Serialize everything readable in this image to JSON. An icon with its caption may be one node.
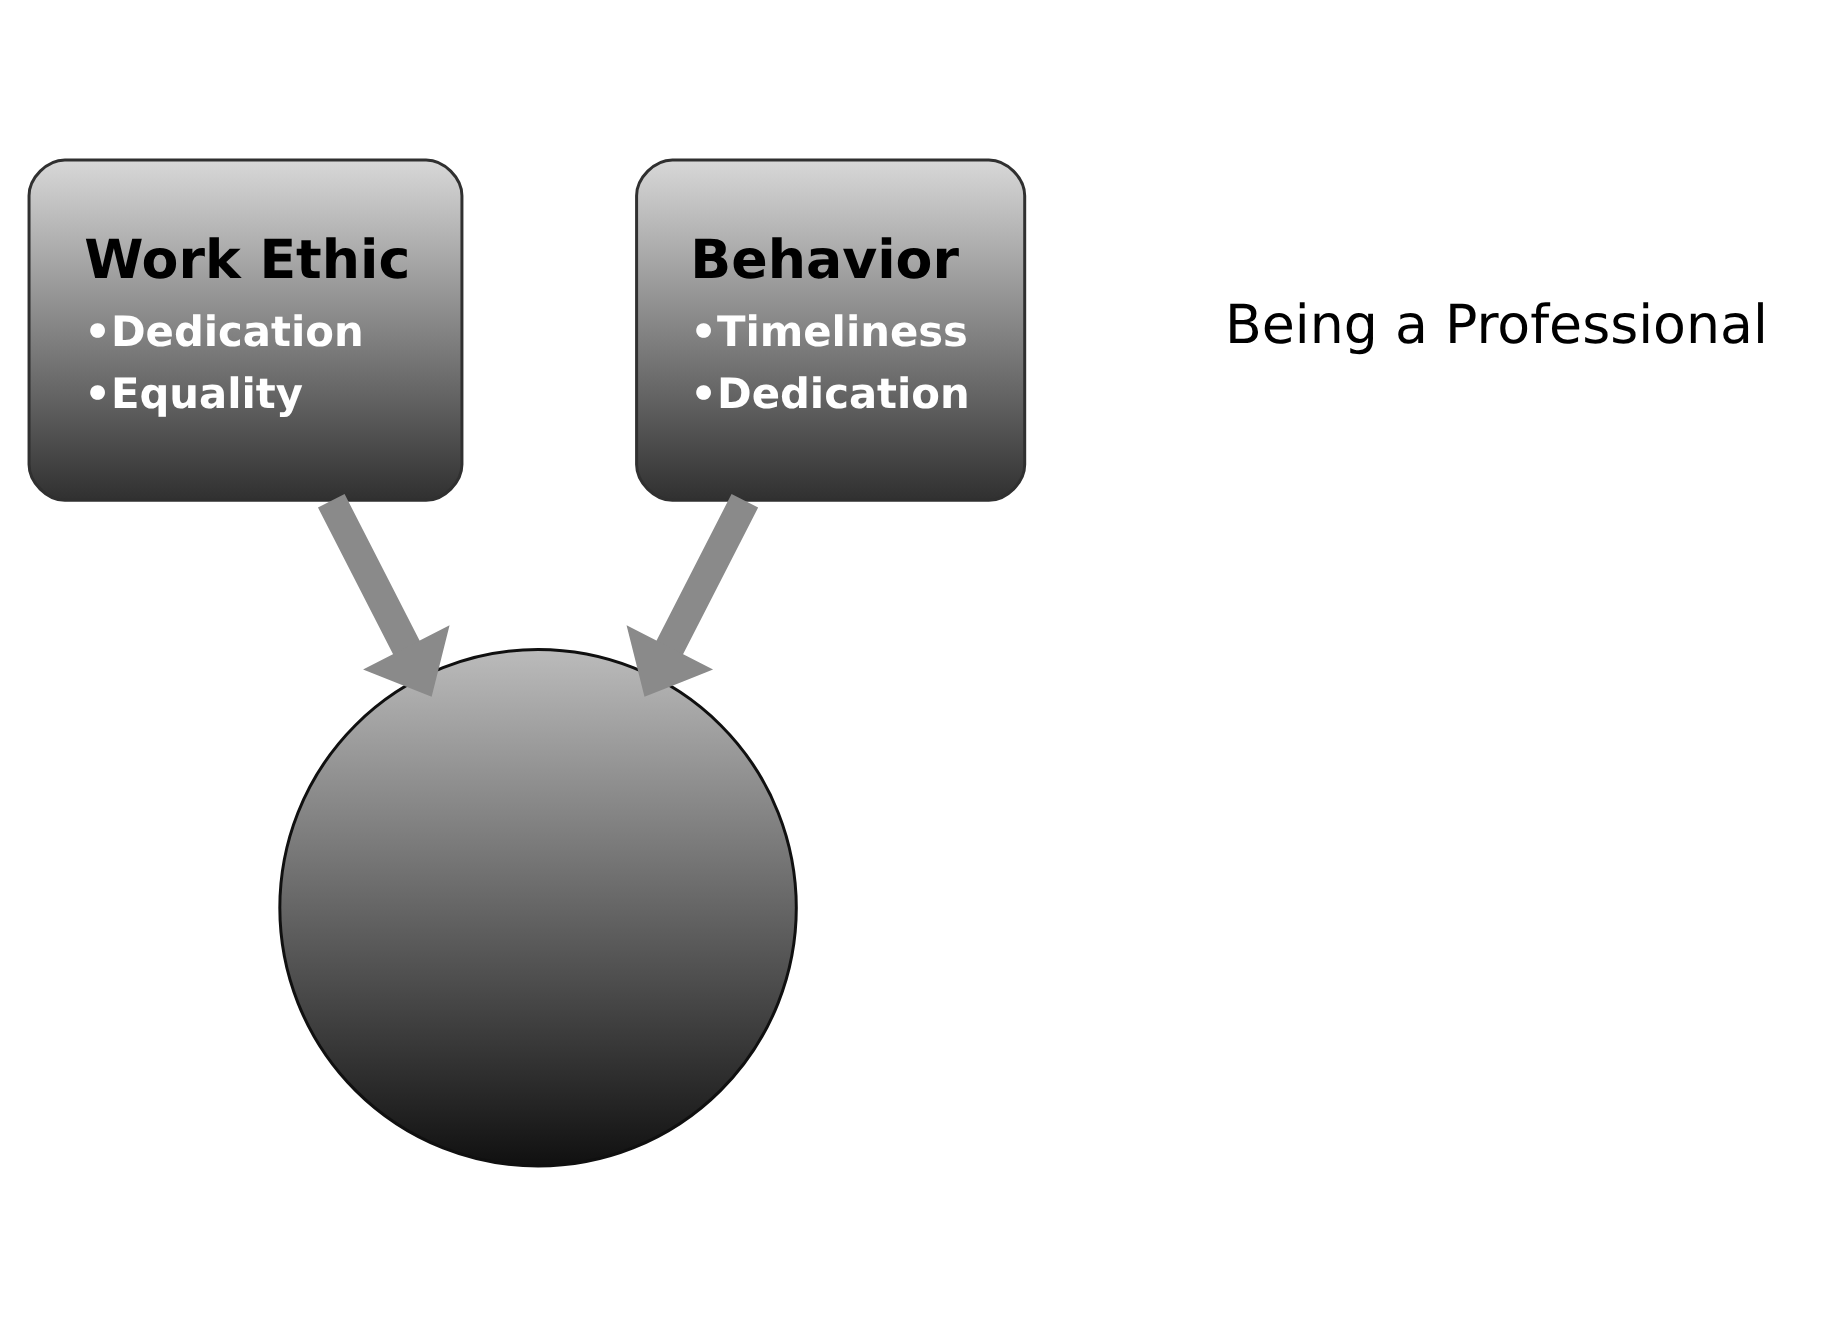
{
  "diagram": {
    "nodes": [
      {
        "text": [
          "Work Ethic",
          "•Dedication",
          "•Equality"
        ]
      },
      {
        "text": [
          "Behavior",
          "•Timeliness",
          "•Dedication"
        ]
      },
      {
        "text": [],
        "shape": "circle"
      }
    ],
    "edges": [
      {
        "from": 0,
        "to": 2,
        "arrow": "to"
      },
      {
        "from": 1,
        "to": 2,
        "arrow": "to"
      }
    ],
    "labels": [
      "Being a Professional"
    ]
  }
}
